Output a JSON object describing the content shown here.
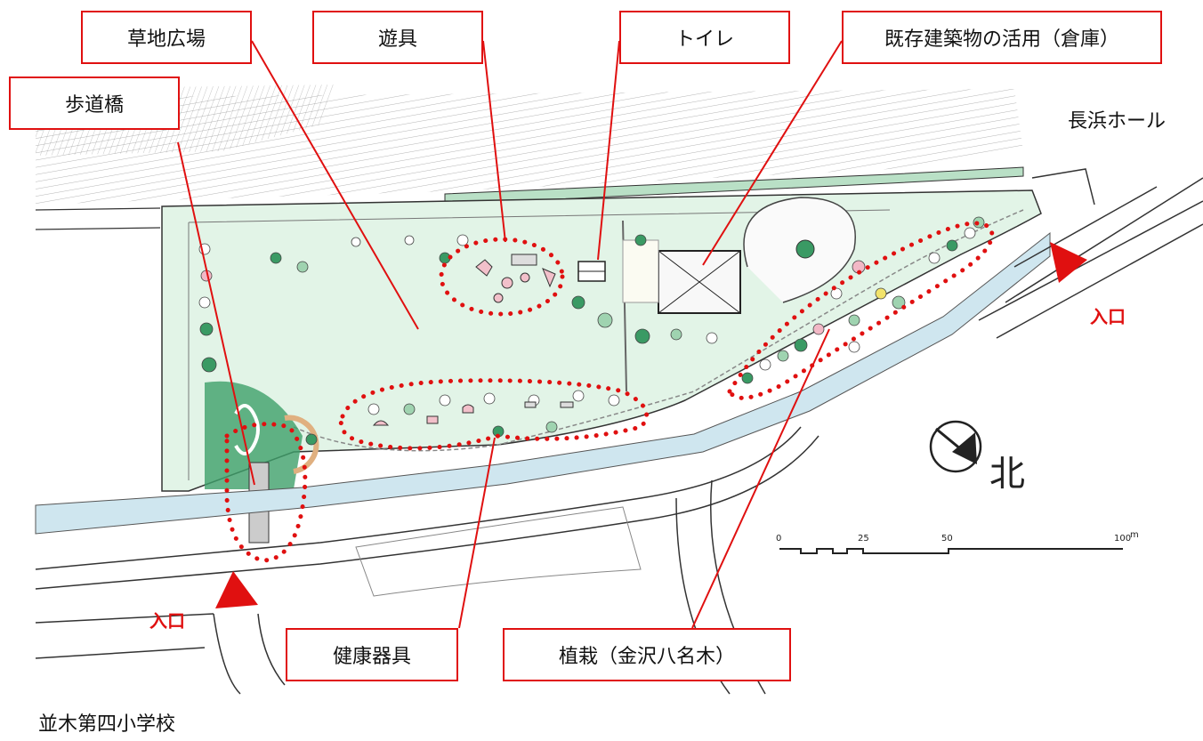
{
  "callouts": {
    "grass_plaza": "草地広場",
    "playground": "遊具",
    "toilet": "トイレ",
    "storehouse": "既存建築物の活用（倉庫）",
    "footbridge": "歩道橋",
    "fitness": "健康器具",
    "planting": "植栽（金沢八名木）"
  },
  "places": {
    "nagahama_hall": "長浜ホール",
    "school": "並木第四小学校"
  },
  "entrances": {
    "east": "入口",
    "west": "入口"
  },
  "compass": {
    "north_label": "北"
  },
  "scale_bar": {
    "ticks": [
      "0",
      "25",
      "50",
      "100"
    ],
    "unit": "m"
  },
  "colors": {
    "callout_border": "#e01010",
    "grass": "#dff3e4",
    "tree_dark": "#3a9a64",
    "tree_light": "#9fd3b0",
    "blossom": "#f2b8c6",
    "river": "#cfe6ef"
  }
}
